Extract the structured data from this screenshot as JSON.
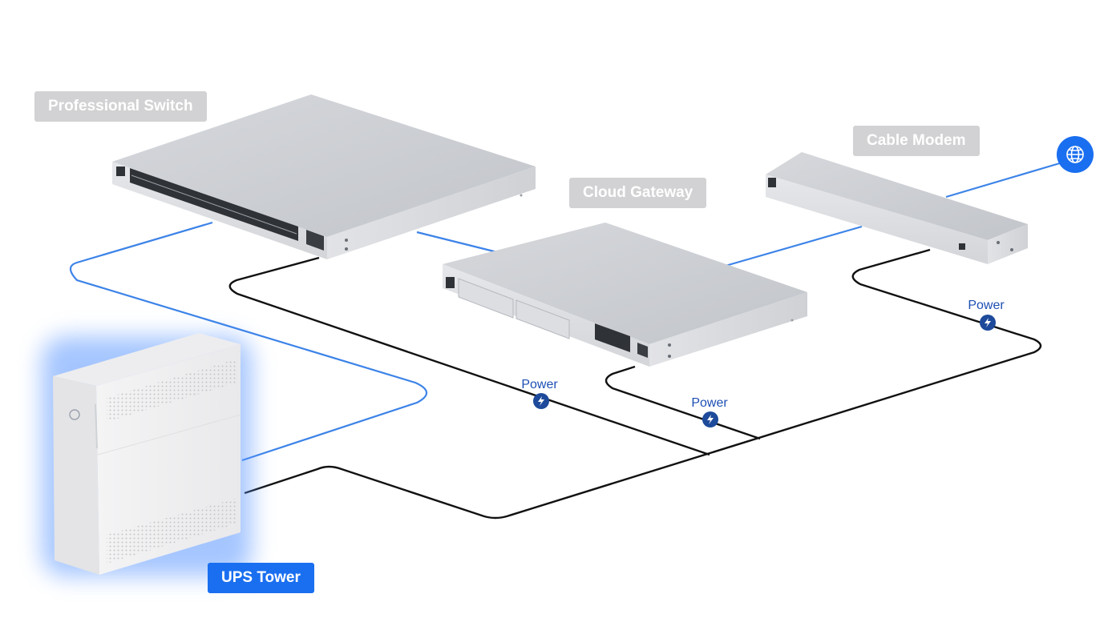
{
  "labels": {
    "switch": "Professional Switch",
    "gateway": "Cloud Gateway",
    "modem": "Cable Modem",
    "ups": "UPS Tower"
  },
  "power_labels": [
    "Power",
    "Power",
    "Power"
  ],
  "icons": {
    "internet": "globe-icon",
    "power": "lightning-bolt-icon"
  },
  "colors": {
    "data_link": "#3c83e8",
    "power_line": "#111111",
    "accent": "#1a6ff0",
    "label_bg": "#d2d2d4",
    "power_badge": "#1d4a9a"
  }
}
